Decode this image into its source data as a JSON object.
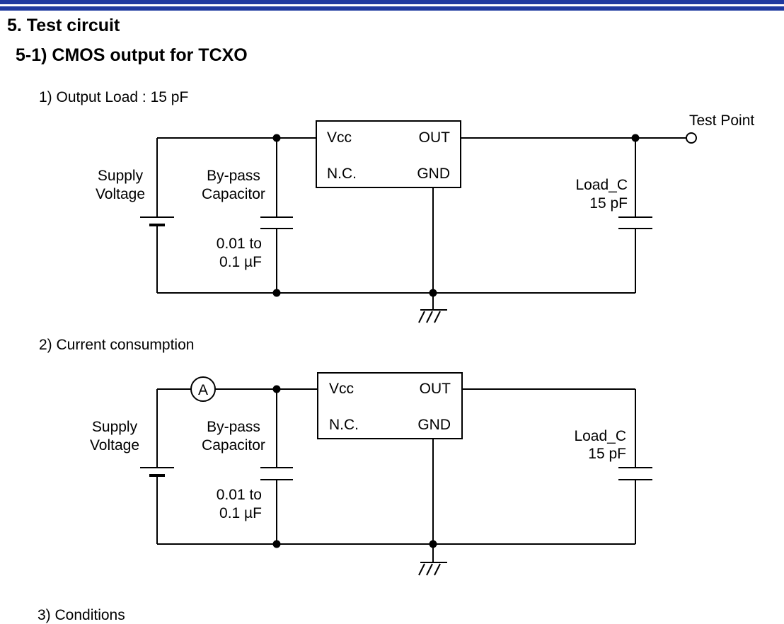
{
  "headings": {
    "section": "5. Test circuit",
    "subsection": "5-1) CMOS output for TCXO"
  },
  "diagrams": [
    {
      "caption": "1) Output Load : 15 pF",
      "supply_label": [
        "Supply",
        "Voltage"
      ],
      "bypass_label": [
        "By-pass",
        "Capacitor"
      ],
      "bypass_value": [
        "0.01 to",
        "0.1 µF"
      ],
      "ic_pins": {
        "vcc": "Vcc",
        "out": "OUT",
        "nc": "N.C.",
        "gnd": "GND"
      },
      "load_label": [
        "Load_C",
        "15 pF"
      ],
      "test_point": "Test Point",
      "ammeter": ""
    },
    {
      "caption": "2) Current consumption",
      "supply_label": [
        "Supply",
        "Voltage"
      ],
      "bypass_label": [
        "By-pass",
        "Capacitor"
      ],
      "bypass_value": [
        "0.01 to",
        "0.1 µF"
      ],
      "ic_pins": {
        "vcc": "Vcc",
        "out": "OUT",
        "nc": "N.C.",
        "gnd": "GND"
      },
      "load_label": [
        "Load_C",
        "15 pF"
      ],
      "test_point": "",
      "ammeter": "A"
    }
  ],
  "footer_caption": "3) Conditions"
}
